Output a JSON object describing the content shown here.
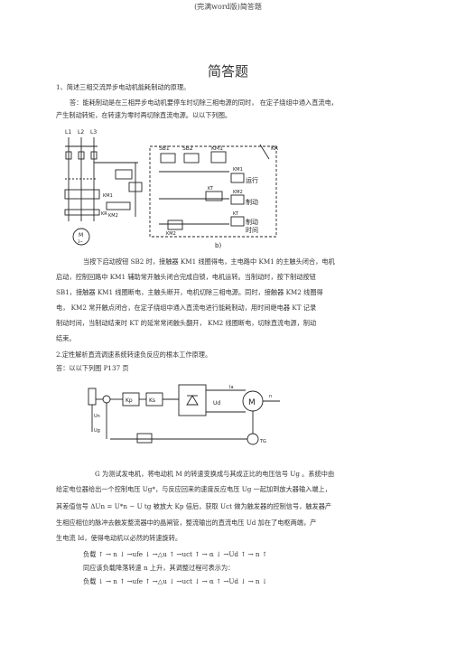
{
  "header": "(完满word版)简答题",
  "title": "简答题",
  "q1": {
    "question": "1、简述三相交流异步电动机能耗制动的原理。",
    "answer_l1": "答：能耗制动是在三相异步电动机要停车时切除三相电源的同时，     在定子绕组中通入直流电，",
    "answer_l2": "产生制动转矩，在转速为零时再切除直流电源。以以下列图。",
    "fig_labels": {
      "l1": "L1",
      "l2": "L2",
      "l3": "L3",
      "sb1": "SB1",
      "sb2": "SB2",
      "km1": "KM1",
      "km2": "KM2",
      "kt": "KT",
      "kr": "KR",
      "run": "运行",
      "brake": "制动",
      "time1": "制动",
      "time2": "时间",
      "motor": "M",
      "motor_sub": "3~",
      "b": "b)"
    },
    "exp": [
      "当按下启动按钮     SB2 时，接触器    KM1 线圈得电，主电路中      KM1 的主触头闭合，电机",
      "启动，控制回路中     KM1 辅助常开触头闭合完成自锁，电机运转。当制动时，按下制动按钮",
      "SB1，接触器  KM1 线圈断电，主触头断开，电机切除三相电源。同时，接触器          KM2 线圈得",
      "电，  KM2 常开触点闭合，在定子绕组中通入直流电进行能耗制动，用时间继电器             KT 记录",
      "制动时间，当制动结束时      KT 的延常常闭触头翻开，       KM2 线圈断电，切除直流电源，制动",
      "结束。"
    ]
  },
  "q2": {
    "question": "2.定性解析直流调速系统转速负反应的根本工作原理。",
    "answer": "答：以以下列图 P137 页",
    "fig_labels": {
      "kp": "Kp",
      "ks": "Ks",
      "m": "M",
      "ud": "Ud",
      "un": "Un",
      "ug": "Ug",
      "ia": "Ia",
      "n": "n",
      "tg": "TG"
    },
    "exp": [
      "G 为测试发电机，将电动机       M 的转速变换成与其成正比的电压信号               Ug   。系统中由",
      "给定电位器给出一个控制电压       Ug*，与反应回来的速度反应电压     Ug 一起加到放大器输入端上，",
      "其差值信号   ΔUn = U*n − U tg 被放大   Kp 倍后，获取   Uct 做为触发器的控制信号，触发器产",
      "生相应相位的脉冲去触发整流器中的晶闸管，整流输出的直流电压              Ud 加在了电枢两端，产",
      "生电流  Id，使得电动机以必然的转速旋转。",
      "负载  ↑ → n ↓ →ufe ↓ →△u ↑ →uct ↑ → α ↓ →Ud ↑ → n ↑",
      "同应该负载降落转速      n 上升，其调整过程可表示为：",
      "负载  ↓ → n ↑ →ufe ↑ →△u ↓ →uct ↓ → α ↑ →Ud ↓ → n ↓"
    ]
  }
}
